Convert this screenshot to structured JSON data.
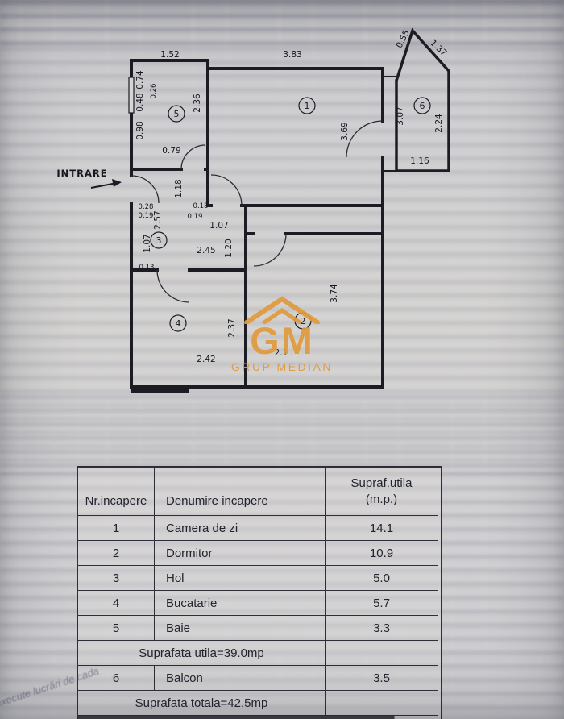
{
  "plan": {
    "entrance_label": "INTRARE",
    "rooms": {
      "living": "1",
      "bedroom": "2",
      "hall": "3",
      "kitchen": "4",
      "bath": "5",
      "balcony": "6"
    },
    "dims": {
      "bath_top": "1.52",
      "living_top": "3.83",
      "bath_left_upper": "0.74",
      "bath_left_window": "0.48",
      "bath_left_inner": "0.26",
      "bath_left_lower": "0.98",
      "bath_bottom": "0.79",
      "bath_depth": "2.36",
      "living_depth": "3.69",
      "balcony_edge_short": "0.55",
      "balcony_edge_diag": "1.37",
      "balcony_left": "3.07",
      "balcony_right": "2.24",
      "balcony_bottom": "1.16",
      "hall_entry_depth": "1.18",
      "hall_tick_a": "0.28",
      "hall_tick_b": "0.19",
      "hall_left_depth": "2.57",
      "hall_tick_c": "0.18",
      "hall_tick_d": "0.19",
      "hall_top_width": "1.07",
      "hall_left_lower": "1.07",
      "hall_width": "2.45",
      "hall_right_depth": "1.20",
      "hall_tick_e": "0.13",
      "kitchen_depth": "2.37",
      "kitchen_width": "2.42",
      "bedroom_depth": "3.74",
      "bedroom_width": "2.1"
    }
  },
  "watermark": {
    "monogram": "GM",
    "label": "GRUP MEDIAN",
    "color": "#e09a3e"
  },
  "table": {
    "header": {
      "col_nr": "Nr.incapere",
      "col_name": "Denumire incapere",
      "col_area_line1": "Supraf.utila",
      "col_area_line2": "(m.p.)"
    },
    "rows": [
      {
        "nr": "1",
        "name": "Camera de zi",
        "area": "14.1"
      },
      {
        "nr": "2",
        "name": "Dormitor",
        "area": "10.9"
      },
      {
        "nr": "3",
        "name": "Hol",
        "area": "5.0"
      },
      {
        "nr": "4",
        "name": "Bucatarie",
        "area": "5.7"
      },
      {
        "nr": "5",
        "name": "Baie",
        "area": "3.3"
      }
    ],
    "subtotal_label": "Suprafata utila=39.0mp",
    "balcony_row": {
      "nr": "6",
      "name": "Balcon",
      "area": "3.5"
    },
    "total_label": "Suprafata totala=42.5mp"
  },
  "artifacts": {
    "stamp_text": "execute lucrări de cada"
  }
}
